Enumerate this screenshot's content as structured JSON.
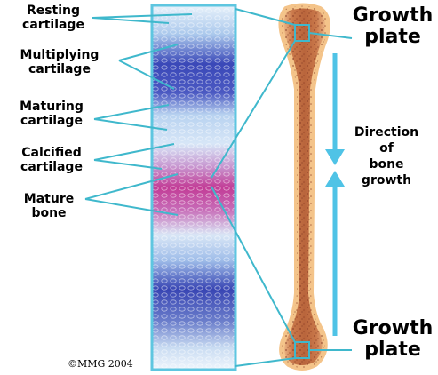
{
  "labels": {
    "resting_1": "Resting",
    "resting_2": "cartilage",
    "multiplying_1": "Multiplying",
    "multiplying_2": "cartilage",
    "maturing_1": "Maturing",
    "maturing_2": "cartilage",
    "calcified_1": "Calcified",
    "calcified_2": "cartilage",
    "mature_1": "Mature",
    "mature_2": "bone"
  },
  "growth_plate_top": {
    "line1": "Growth",
    "line2": "plate"
  },
  "growth_plate_bottom": {
    "line1": "Growth",
    "line2": "plate"
  },
  "direction": {
    "line1": "Direction",
    "line2": "of",
    "line3": "bone",
    "line4": "growth"
  },
  "copyright": "©MMG 2004",
  "colors": {
    "leader": "#3fb8cc",
    "strip_edge": "#5ec6e0",
    "cartilage_blue": "#7fa8dc",
    "dark_blue": "#2f3aa6",
    "pink": "#d44a9c",
    "bone_tan": "#d98a55",
    "bone_outline": "#f4c48a",
    "arrow": "#4fc3e6"
  }
}
